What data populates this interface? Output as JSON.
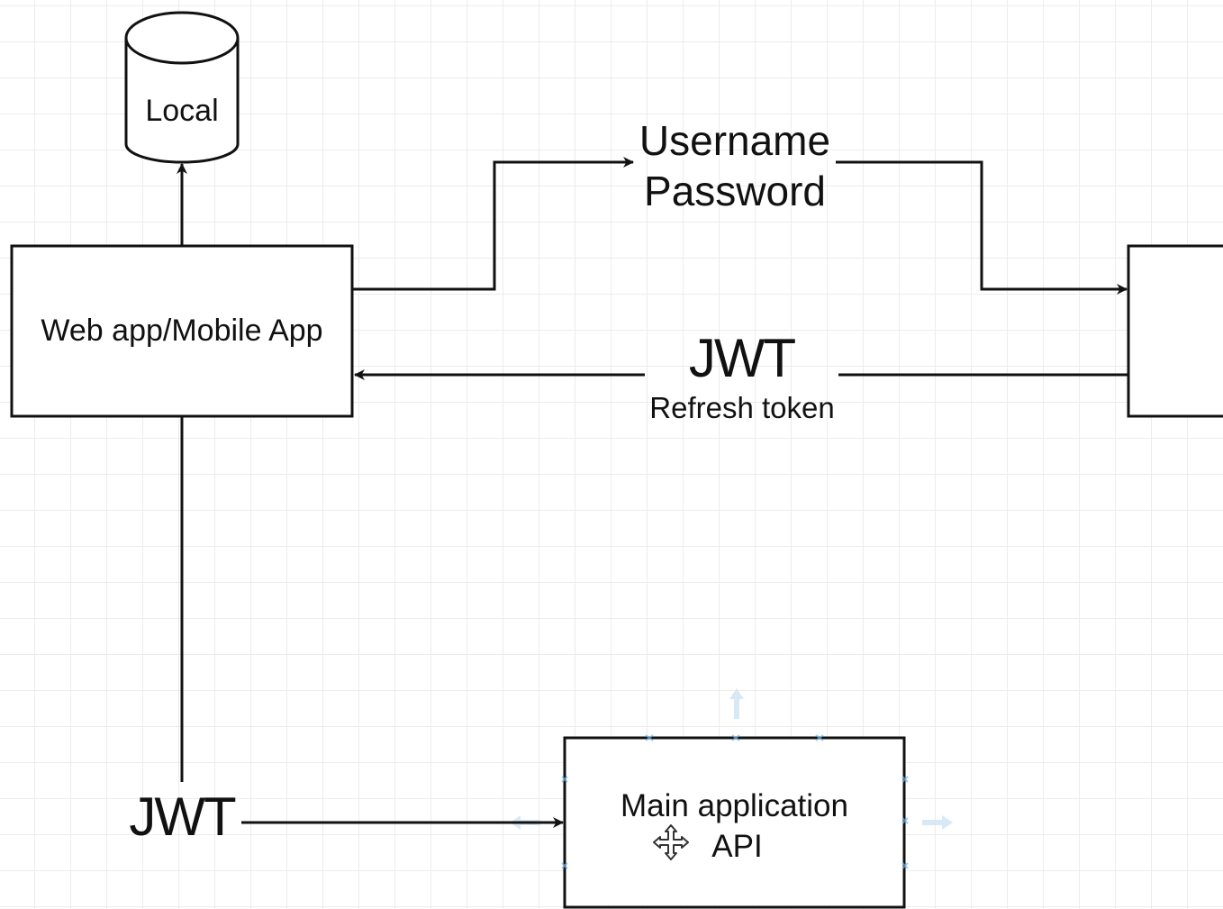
{
  "diagram": {
    "nodes": {
      "local": {
        "label": "Local",
        "shape": "cylinder"
      },
      "client": {
        "label": "Web app/Mobile App",
        "shape": "rectangle"
      },
      "auth_server": {
        "label": "",
        "shape": "rectangle"
      },
      "main_api": {
        "label_line1": "Main application",
        "label_line2": "API",
        "shape": "rectangle",
        "selected": true
      }
    },
    "edges": {
      "client_to_local": {
        "from": "client",
        "to": "local"
      },
      "credentials": {
        "from": "client",
        "to": "auth_server",
        "label_line1": "Username",
        "label_line2": "Password"
      },
      "tokens": {
        "from": "auth_server",
        "to": "client",
        "label_line1": "JWT",
        "label_line2": "Refresh token"
      },
      "api_call": {
        "from": "client",
        "to": "main_api",
        "label": "JWT"
      }
    },
    "colors": {
      "stroke": "#111111",
      "grid": "#ececec",
      "selection_handle": "#7ab8e8"
    },
    "icons": {
      "move_cursor": "move-cursor-icon"
    }
  }
}
